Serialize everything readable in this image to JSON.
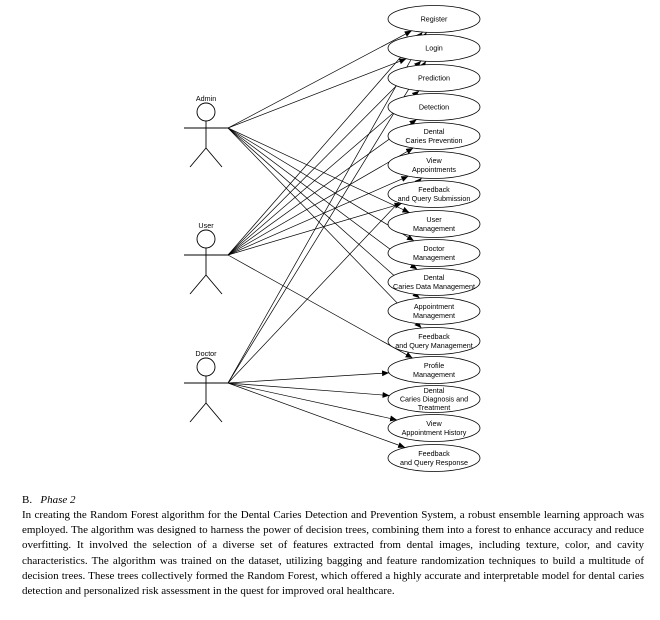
{
  "diagram": {
    "actors": [
      {
        "label": "Admin"
      },
      {
        "label": "User"
      },
      {
        "label": "Doctor"
      }
    ],
    "use_cases": [
      {
        "lines": [
          "Register"
        ]
      },
      {
        "lines": [
          "Login"
        ]
      },
      {
        "lines": [
          "Prediction"
        ]
      },
      {
        "lines": [
          "Detection"
        ]
      },
      {
        "lines": [
          "Dental",
          "Caries Prevention"
        ]
      },
      {
        "lines": [
          "View",
          "Appointments"
        ]
      },
      {
        "lines": [
          "Feedback",
          "and Query Submission"
        ]
      },
      {
        "lines": [
          "User",
          "Management"
        ]
      },
      {
        "lines": [
          "Doctor",
          "Management"
        ]
      },
      {
        "lines": [
          "Dental",
          "Caries Data Management"
        ]
      },
      {
        "lines": [
          "Appointment",
          "Management"
        ]
      },
      {
        "lines": [
          "Feedback",
          "and Query Management"
        ]
      },
      {
        "lines": [
          "Profile",
          "Management"
        ]
      },
      {
        "lines": [
          "Dental",
          "Caries Diagnosis and",
          "Treatment"
        ]
      },
      {
        "lines": [
          "View",
          "Appointment History"
        ]
      },
      {
        "lines": [
          "Feedback",
          "and Query Response"
        ]
      }
    ],
    "associations": [
      {
        "actor": 0,
        "use_cases": [
          0,
          1,
          7,
          8,
          9,
          10,
          11
        ]
      },
      {
        "actor": 1,
        "use_cases": [
          0,
          1,
          2,
          3,
          4,
          5,
          6,
          12
        ]
      },
      {
        "actor": 2,
        "use_cases": [
          0,
          1,
          5,
          12,
          13,
          14,
          15
        ]
      }
    ]
  },
  "section": {
    "number": "B.",
    "title": "Phase 2",
    "body": "In creating the Random Forest algorithm for the Dental Caries Detection and Prevention System, a robust ensemble learning approach was employed. The algorithm was designed to harness the power of decision trees, combining them into a forest to enhance accuracy and reduce overfitting. It involved the selection of a diverse set of features extracted from dental images, including texture, color, and cavity characteristics. The algorithm was trained on the dataset, utilizing bagging and feature randomization techniques to build a multitude of decision trees. These trees collectively formed the Random Forest, which offered a highly accurate and interpretable model for dental caries detection and personalized risk assessment in the quest for improved oral healthcare."
  }
}
